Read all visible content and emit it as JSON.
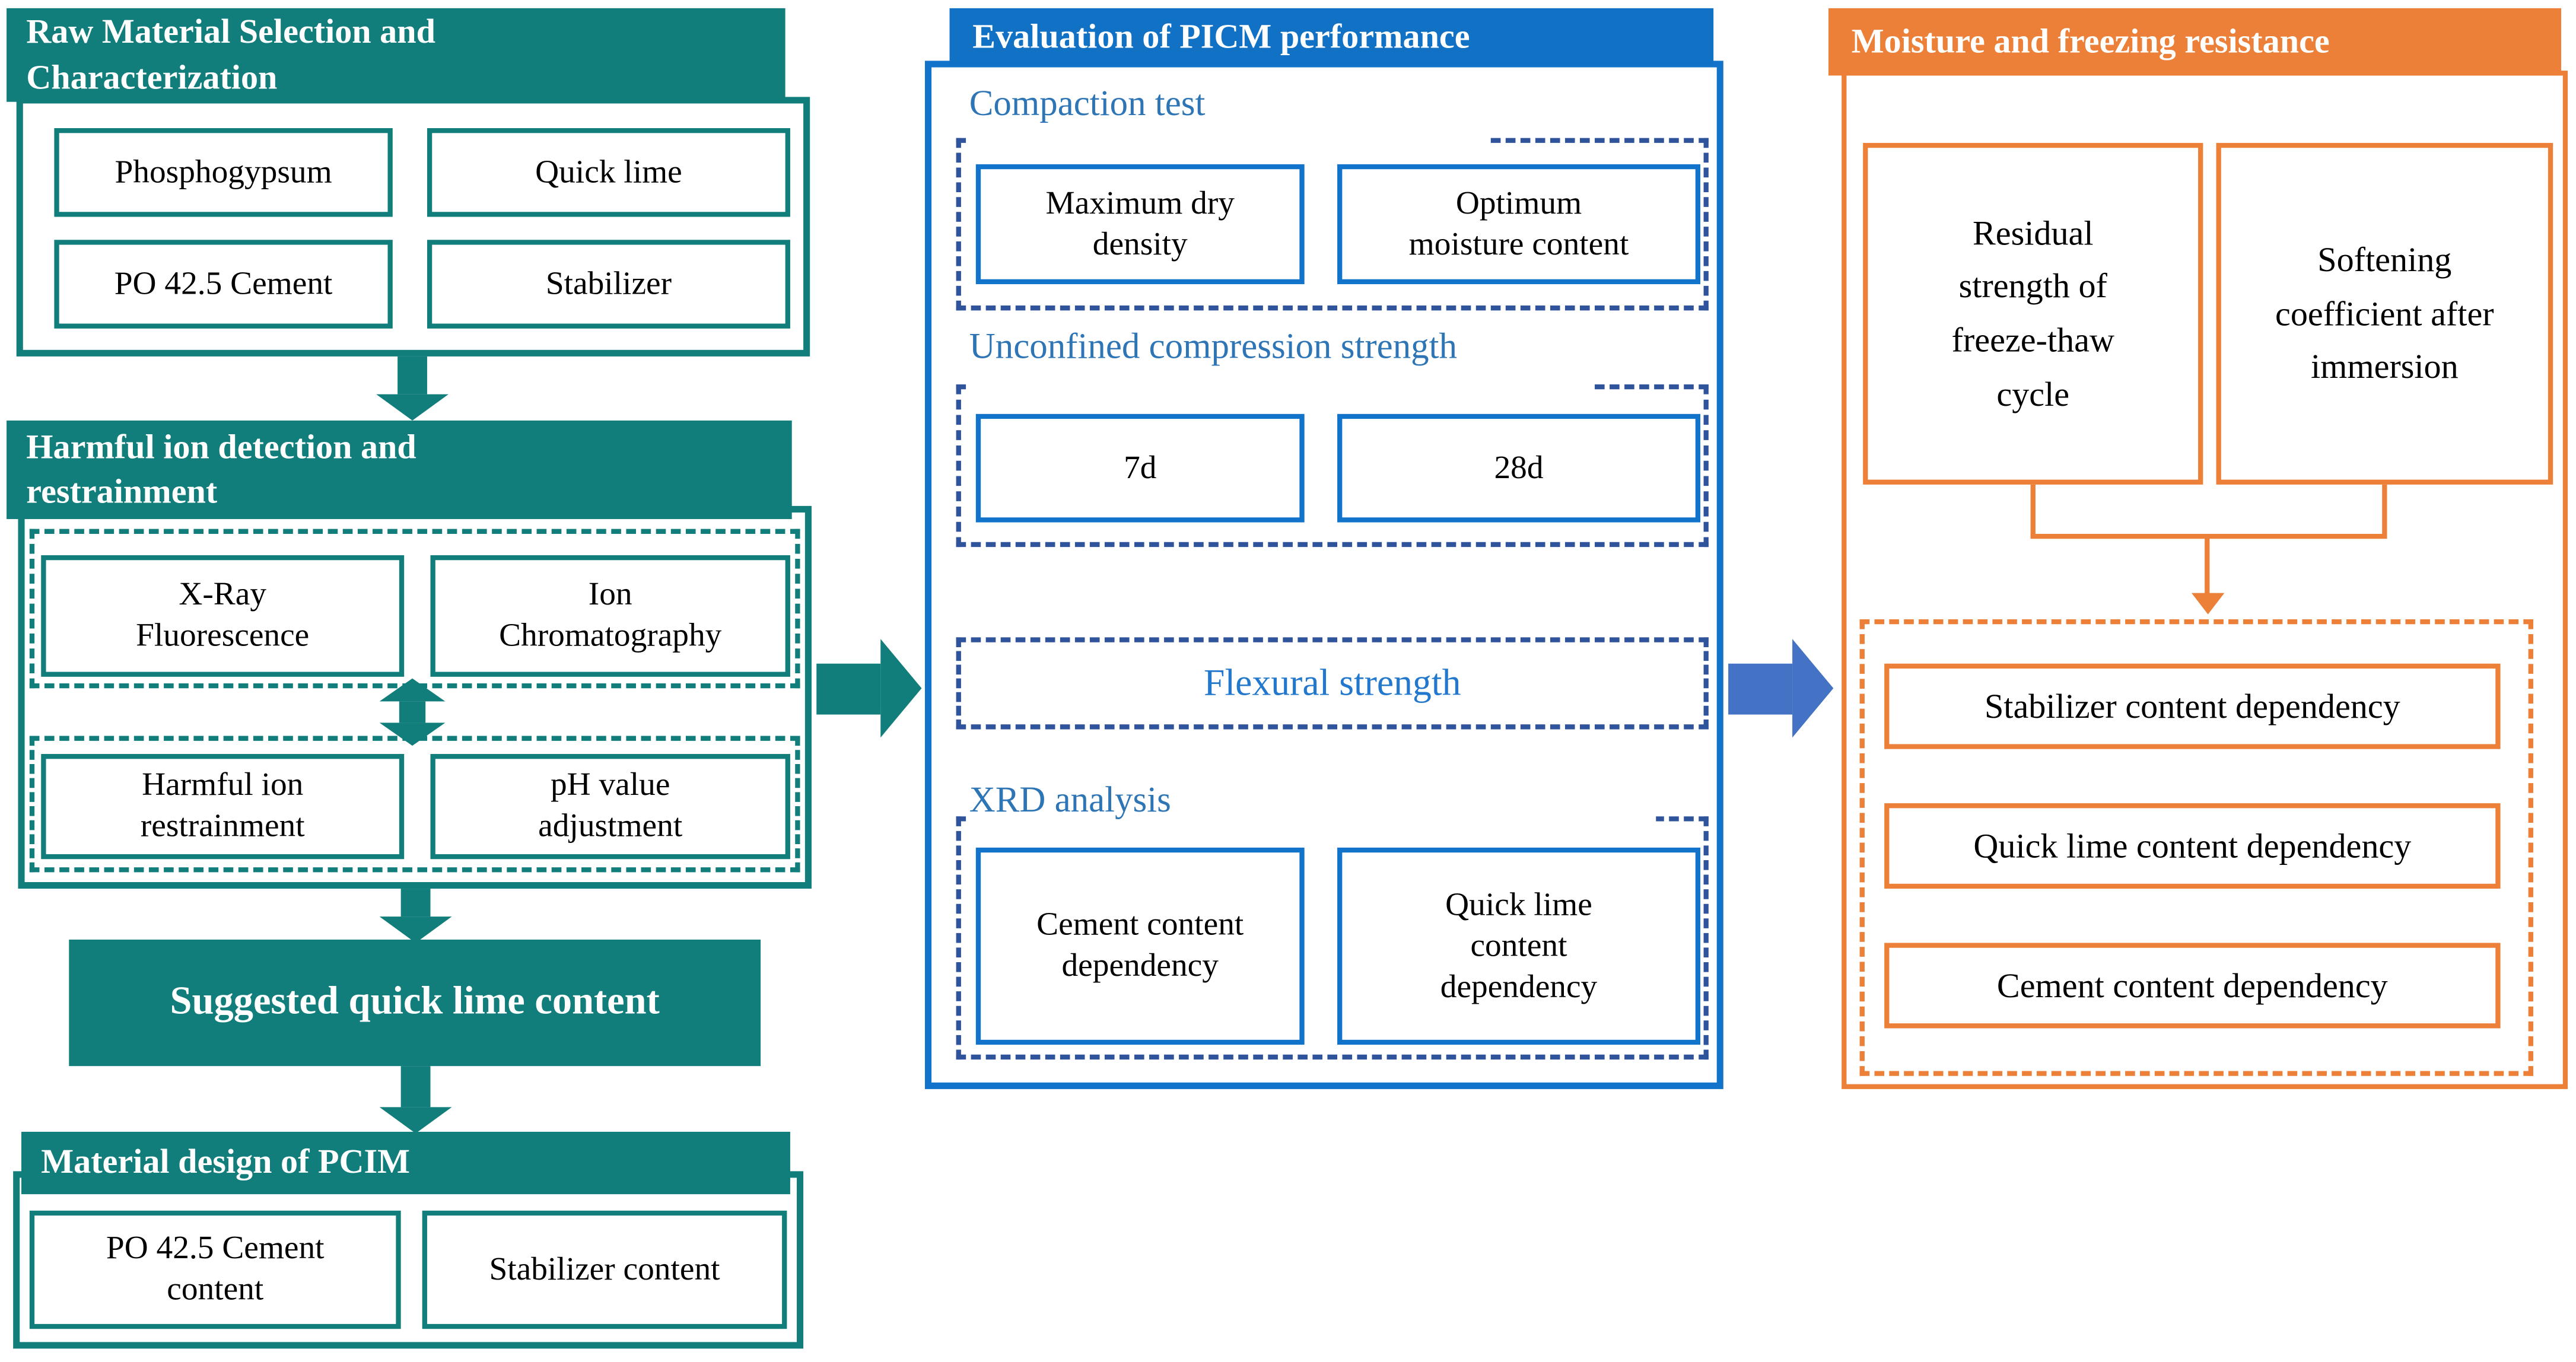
{
  "diagram": {
    "left": {
      "section1": {
        "title": "Raw Material Selection and\nCharacterization",
        "boxes": [
          "Phosphogypsum",
          "Quick lime",
          "PO 42.5 Cement",
          "Stabilizer"
        ]
      },
      "section2": {
        "title": "Harmful ion detection and\nrestrainment",
        "row1": [
          "X-Ray\nFluorescence",
          "Ion\nChromatography"
        ],
        "row2": [
          "Harmful ion\nrestrainment",
          "pH value\nadjustment"
        ]
      },
      "banner": "Suggested quick lime content",
      "section3": {
        "title": "Material design of PCIM",
        "boxes": [
          "PO 42.5 Cement\ncontent",
          "Stabilizer content"
        ]
      }
    },
    "middle": {
      "title": "Evaluation of PICM performance",
      "compaction": {
        "label": "Compaction test",
        "boxes": [
          "Maximum dry\ndensity",
          "Optimum\nmoisture content"
        ]
      },
      "ucs": {
        "label": "Unconfined compression strength",
        "boxes": [
          "7d",
          "28d"
        ]
      },
      "flexural": {
        "label": "Flexural strength"
      },
      "xrd": {
        "label": "XRD analysis",
        "boxes": [
          "Cement content\ndependency",
          "Quick lime\ncontent\ndependency"
        ]
      }
    },
    "right": {
      "title": "Moisture and freezing resistance",
      "top_boxes": [
        "Residual\nstrength of\nfreeze-thaw\ncycle",
        "Softening\ncoefficient after\nimmersion"
      ],
      "bottom_boxes": [
        "Stabilizer content dependency",
        "Quick lime content dependency",
        "Cement content dependency"
      ]
    },
    "colors": {
      "teal": "#117E7B",
      "blue_header": "#1171C4",
      "blue_border": "#1173C9",
      "navy_dash": "#30549B",
      "label_blue": "#2E75B6",
      "flexural_blue": "#2278CC",
      "arrow_blue": "#4472C4",
      "orange": "#EC8038"
    }
  }
}
